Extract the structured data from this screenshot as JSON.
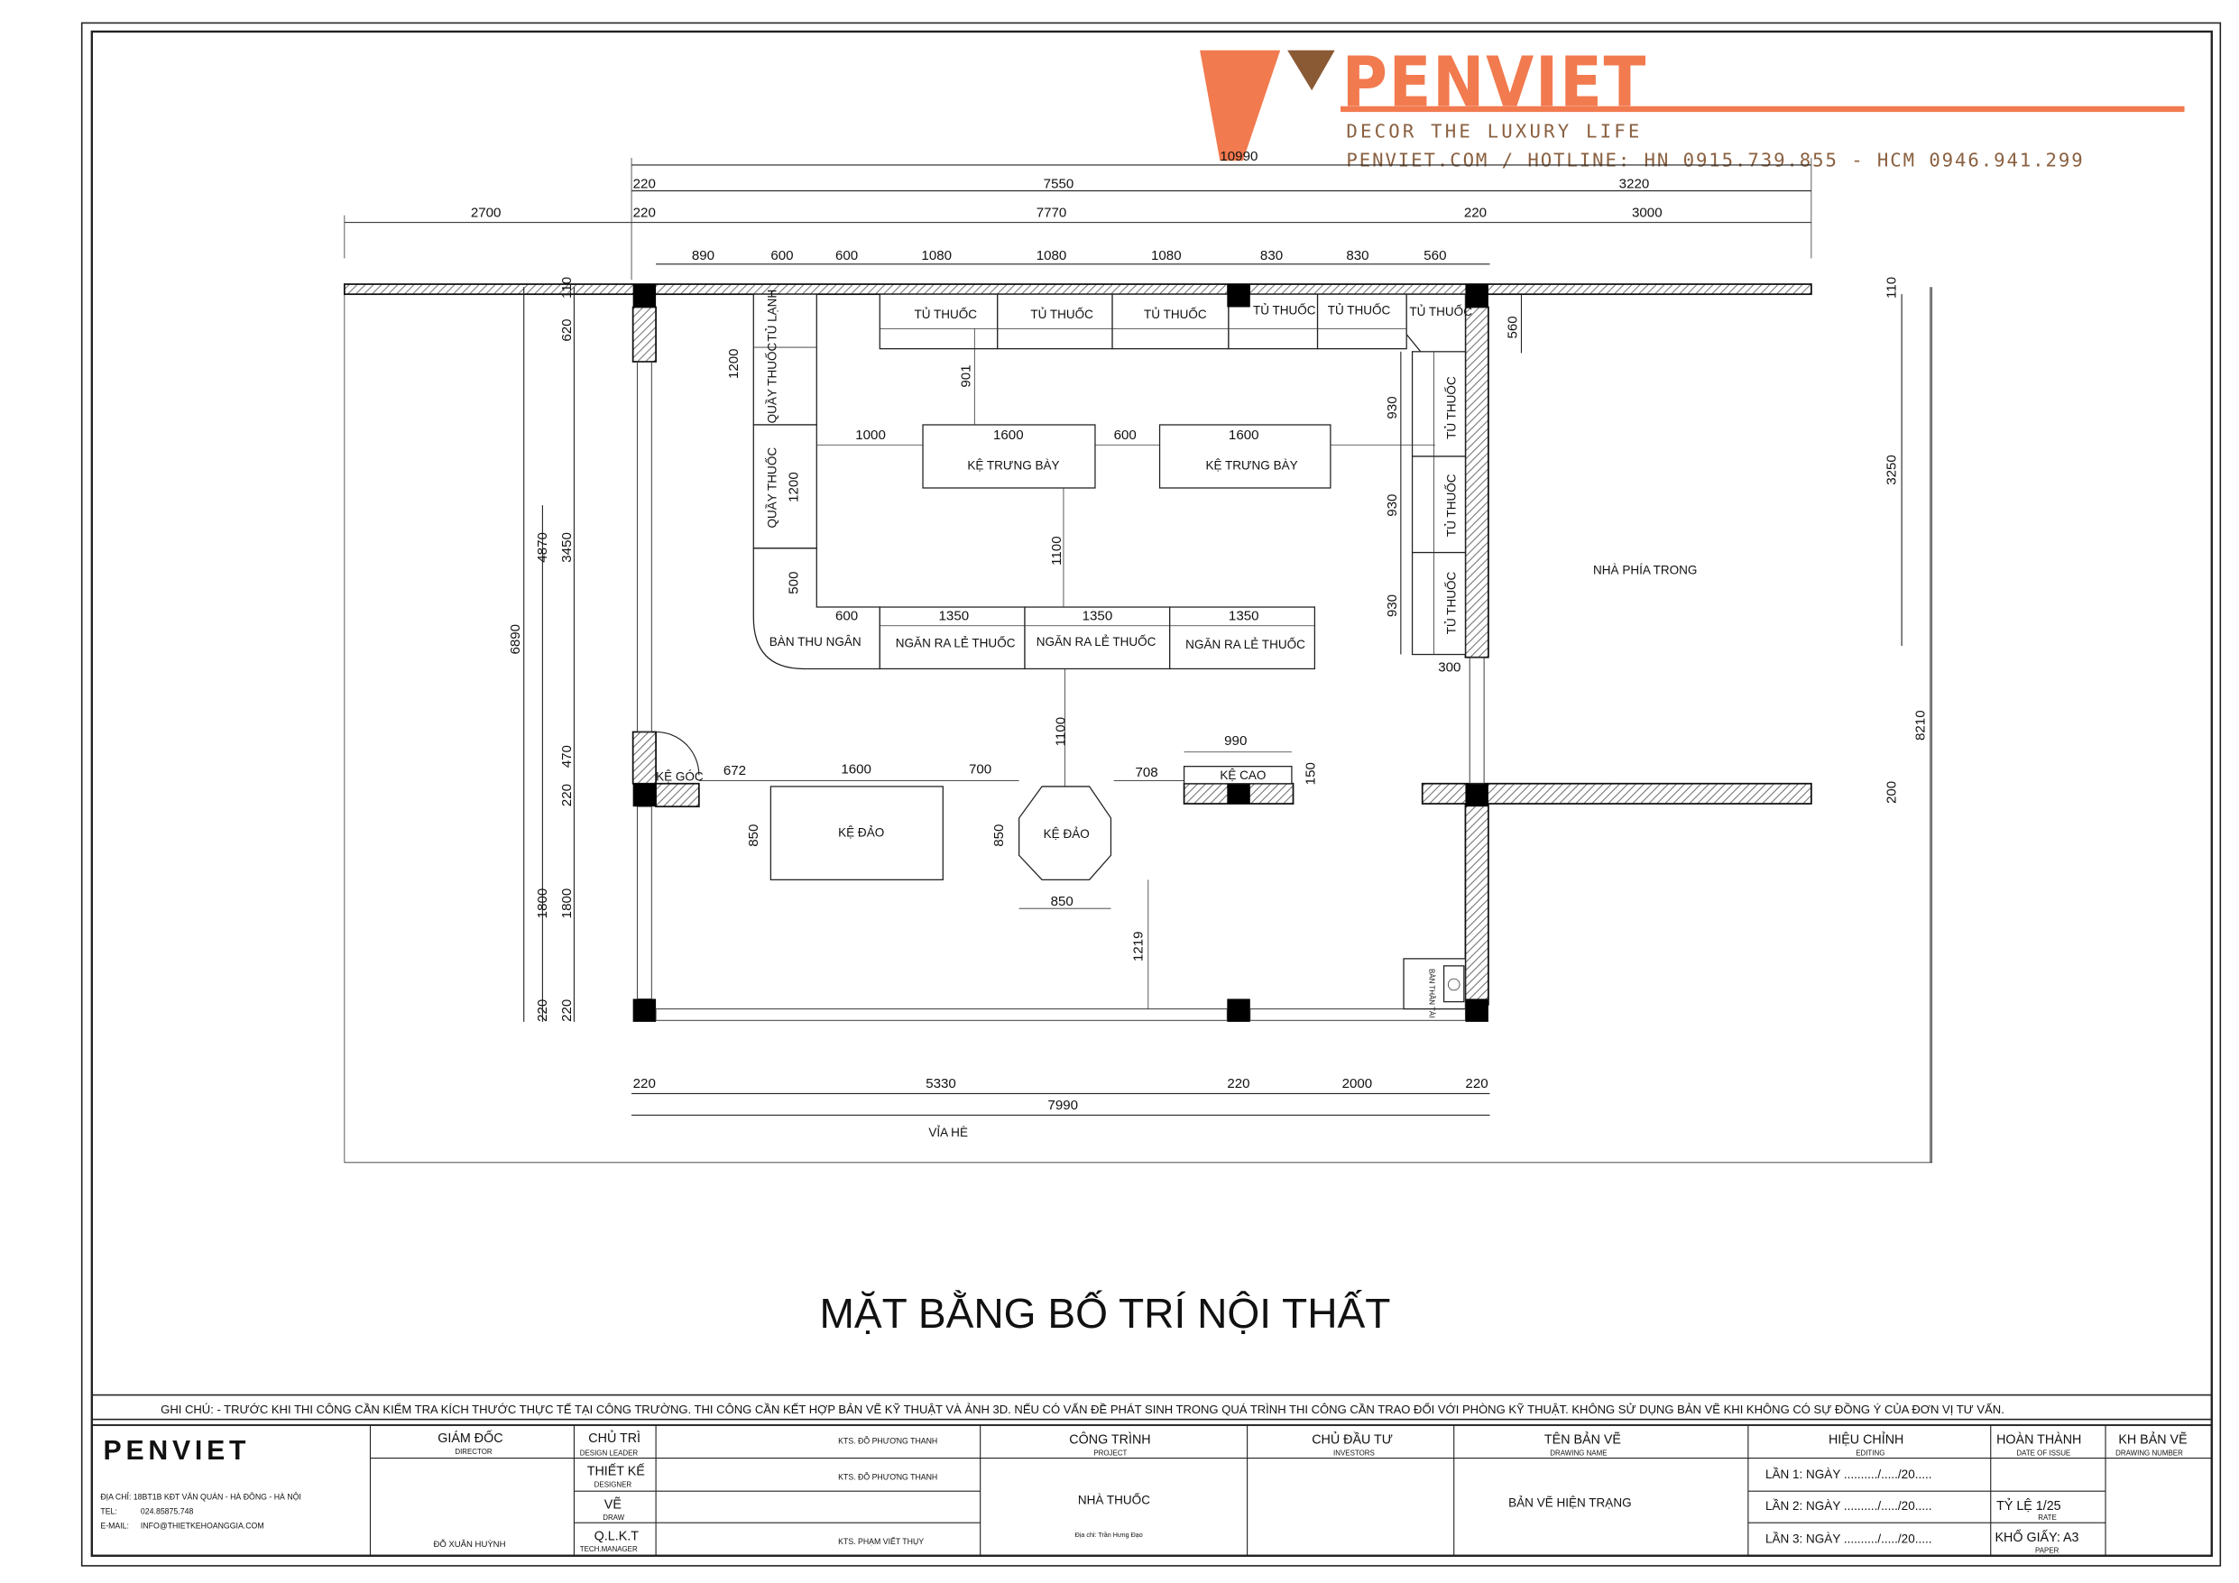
{
  "logo": {
    "brand": "PENVIET",
    "tagline": "DECOR THE LUXURY LIFE",
    "contact": "PENVIET.COM / HOTLINE: HN 0915.739.855 - HCM 0946.941.299",
    "colors": {
      "primary": "#f27a4f",
      "secondary": "#8a6040"
    }
  },
  "drawing": {
    "title": "MẶT BẰNG BỐ TRÍ NỘI THẤT",
    "area_labels": {
      "inside": "NHÀ PHÍA TRONG",
      "sidewalk": "VỈA HÈ"
    },
    "top_dims": {
      "total": "10990",
      "row1": [
        "220",
        "7550",
        "3220"
      ],
      "row2": [
        "2700",
        "220",
        "7770",
        "220",
        "3000"
      ],
      "row3": [
        "890",
        "600",
        "600",
        "1080",
        "1080",
        "1080",
        "830",
        "830",
        "560"
      ]
    },
    "bottom_dims": {
      "row1": [
        "220",
        "5330",
        "220",
        "2000",
        "220"
      ],
      "total": "7990"
    },
    "left_dims": {
      "outer": "6890",
      "mid": [
        "4870",
        "1800",
        "220"
      ],
      "inner": [
        "110",
        "620",
        "3450",
        "470",
        "220",
        "1800",
        "220"
      ]
    },
    "right_dims": {
      "total": "8210",
      "top": [
        "110",
        "3250"
      ],
      "wall": "200",
      "inner": "560"
    },
    "furniture": {
      "top_cabinets": [
        "TỦ THUỐC",
        "TỦ THUỐC",
        "TỦ THUỐC",
        "TỦ THUỐC",
        "TỦ THUỐC",
        "TỦ THUỐC"
      ],
      "right_cabinets": [
        "TỦ THUỐC",
        "TỦ THUỐC",
        "TỦ THUỐC"
      ],
      "right_dims": [
        "930",
        "930",
        "930",
        "300"
      ],
      "fridge": "TỦ LẠNH",
      "counter_top": "QUẦY THUỐC",
      "counter_mid": "QUẦY THUỐC",
      "cashier": "BÀN THU NGÂN",
      "display_1": "KỆ TRƯNG BÀY",
      "display_2": "KỆ TRƯNG BÀY",
      "dispense": [
        "NGĂN RA LẺ THUỐC",
        "NGĂN RA LẺ THUỐC",
        "NGĂN RA LẺ THUỐC"
      ],
      "island_rect": "KỆ ĐẢO",
      "island_oct": "KỆ ĐẢO",
      "corner_shelf": "KỆ GÓC",
      "tall_shelf": "KỆ CAO",
      "altar": "BÀN THẦN TÀI"
    },
    "inner_dims": {
      "d901": "901",
      "d1200a": "1200",
      "d1200b": "1200",
      "d500": "500",
      "d1000": "1000",
      "d1600a": "1600",
      "d600": "600",
      "d1600b": "1600",
      "d1100a": "1100",
      "d600b": "600",
      "d1350": [
        "1350",
        "1350",
        "1350"
      ],
      "d1100b": "1100",
      "d672": "672",
      "d1600c": "1600",
      "d700": "700",
      "d850a": "850",
      "d850b": "850",
      "d850c": "850",
      "d708": "708",
      "d990": "990",
      "d150": "150",
      "d1219": "1219"
    }
  },
  "notes": "GHI CHÚ: - TRƯỚC KHI THI CÔNG CẦN KIỂM TRA KÍCH THƯỚC THỰC TẾ TẠI CÔNG TRƯỜNG.  THI CÔNG CẦN KẾT HỢP BẢN VẼ KỸ THUẬT VÀ ẢNH 3D. NẾU CÓ VẤN ĐỀ PHÁT SINH TRONG QUÁ TRÌNH THI CÔNG CẦN TRAO ĐỔI VỚI PHÒNG KỸ THUẬT. KHÔNG SỬ DỤNG BẢN VẼ KHI KHÔNG CÓ SỰ ĐỒNG Ý CỦA ĐƠN VỊ TƯ VẤN.",
  "title_block": {
    "company": "PENVIET",
    "address": "ĐỊA CHỈ: 18BT1B KĐT VĂN QUÁN - HÀ ĐÔNG - HÀ NỘI",
    "tel_label": "TEL:",
    "tel": "024.85875.748",
    "email_label": "E-MAIL:",
    "email": "INFO@THIETKEHOANGGIA.COM",
    "director": {
      "label": "GIÁM ĐỐC",
      "sub": "DIRECTOR",
      "name": "ĐỖ XUÂN HUỲNH"
    },
    "roles": [
      {
        "label": "CHỦ TRÌ",
        "sub": "DESIGN LEADER",
        "name": "KTS. ĐỖ PHƯƠNG THANH"
      },
      {
        "label": "THIẾT KẾ",
        "sub": "DESIGNER",
        "name": "KTS. ĐỖ PHƯƠNG THANH"
      },
      {
        "label": "VẼ",
        "sub": "DRAW",
        "name": ""
      },
      {
        "label": "Q.L.K.T",
        "sub": "TECH.MANAGER",
        "name": "KTS. PHẠM VIẾT THỤY"
      }
    ],
    "project": {
      "label": "CÔNG TRÌNH",
      "sub": "PROJECT",
      "value": "NHÀ THUỐC",
      "address": "Địa chỉ: Trần Hưng Đạo"
    },
    "investor": {
      "label": "CHỦ ĐẦU TƯ",
      "sub": "INVESTORS",
      "value": ""
    },
    "drawing_name": {
      "label": "TÊN BẢN VẼ",
      "sub": "DRAWING NAME",
      "value": "BẢN VẼ HIỆN TRẠNG"
    },
    "editing": {
      "label": "HIỆU CHỈNH",
      "sub": "EDITING",
      "rows": [
        "LẦN 1: NGÀY  ........../...../20.....",
        "LẦN 2: NGÀY  ........../...../20.....",
        "LẦN 3: NGÀY ........../...../20....."
      ]
    },
    "issue": {
      "label": "HOÀN THÀNH",
      "sub": "DATE OF ISSUE",
      "value": ""
    },
    "scale": {
      "label": "TỶ LỆ 1/25",
      "sub": "RATE"
    },
    "paper": {
      "label": "KHỔ GIẤY: A3",
      "sub": "PAPER"
    },
    "number": {
      "label": "KH BẢN VẼ",
      "sub": "DRAWING NUMBER",
      "value": ""
    }
  }
}
